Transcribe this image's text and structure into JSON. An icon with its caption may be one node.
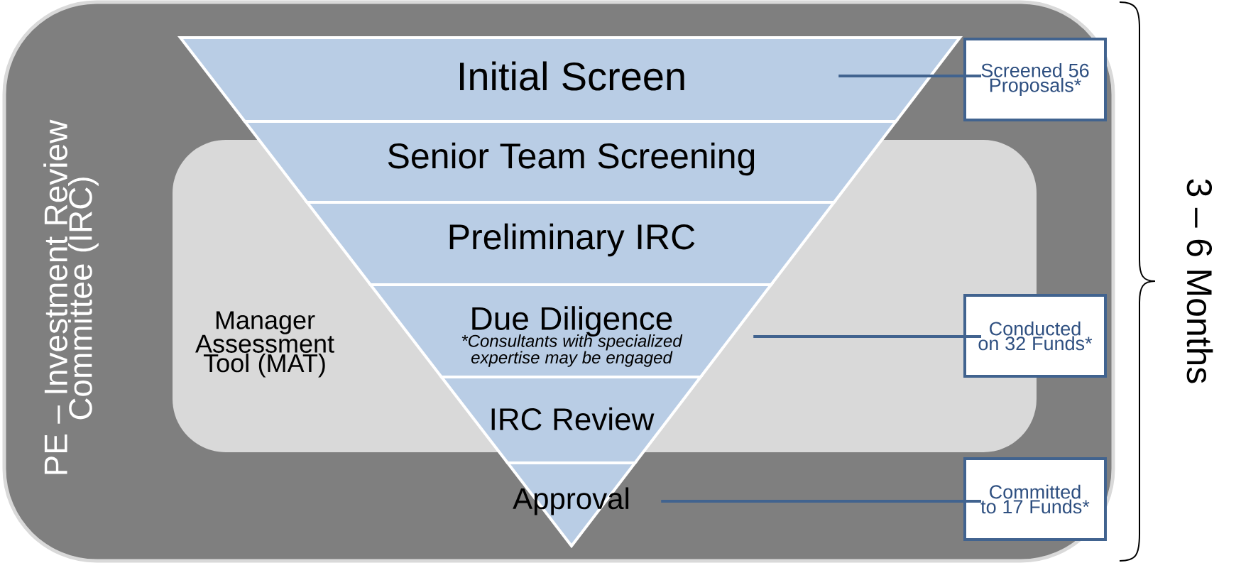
{
  "diagram": {
    "nodes": [
      {
        "text": [
          "PE – Investment Review Committee (IRC)"
        ]
      },
      {
        "text": [
          "Manager Assessment Tool (MAT)"
        ],
        "in": 0
      },
      {
        "text": [
          "Initial Screen"
        ],
        "in": 0
      },
      {
        "text": [
          "Senior Team Screening"
        ],
        "in": 0
      },
      {
        "text": [
          "Preliminary IRC"
        ],
        "in": 1
      },
      {
        "text": [
          "Due Diligence",
          "*Consultants with specialized expertise may be engaged"
        ],
        "in": 1
      },
      {
        "text": [
          "IRC Review"
        ],
        "in": 0
      },
      {
        "text": [
          "Approval"
        ],
        "in": 0
      },
      {
        "text": [
          "Screened 56 Proposals*"
        ],
        "in": 0
      },
      {
        "text": [
          "Conducted on 32 Funds*"
        ],
        "in": 0
      },
      {
        "text": [
          "Committed to 17 Funds*"
        ],
        "in": 0
      }
    ],
    "edges": [
      {
        "from": 2,
        "to": 8,
        "arrow": "none"
      },
      {
        "from": 5,
        "to": 9,
        "arrow": "none"
      },
      {
        "from": 7,
        "to": 10,
        "arrow": "none"
      }
    ],
    "labels": [
      "3 – 6 Months"
    ]
  }
}
